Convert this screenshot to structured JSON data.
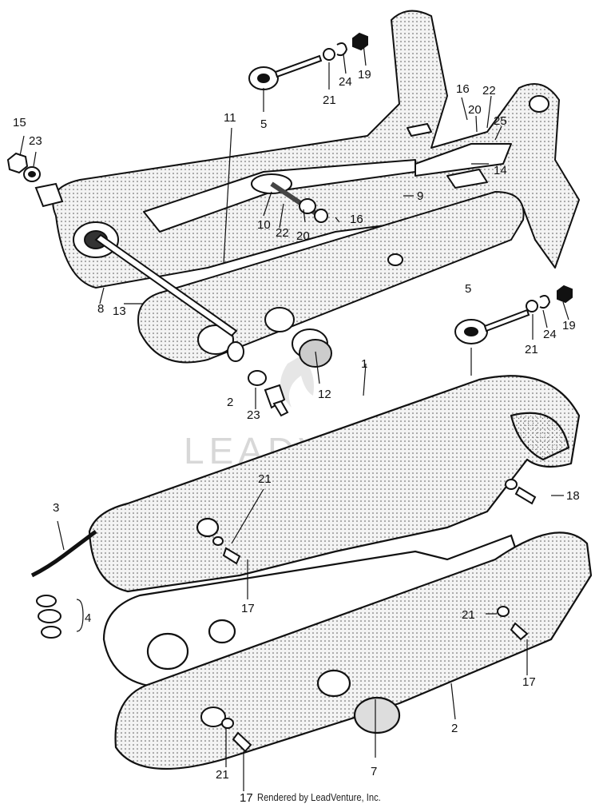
{
  "watermark": "LEADVENTURE",
  "footer": "Rendered by LeadVenture, Inc.",
  "callouts": {
    "c1": "1",
    "c2a": "2",
    "c2b": "2",
    "c3": "3",
    "c4": "4",
    "c5a": "5",
    "c5b": "5",
    "c7": "7",
    "c8": "8",
    "c9": "9",
    "c10": "10",
    "c11": "11",
    "c12": "12",
    "c13": "13",
    "c14": "14",
    "c15": "15",
    "c16a": "16",
    "c16b": "16",
    "c17a": "17",
    "c17b": "17",
    "c17c": "17",
    "c18": "18",
    "c19a": "19",
    "c19b": "19",
    "c20a": "20",
    "c20b": "20",
    "c21a": "21",
    "c21b": "21",
    "c21c": "21",
    "c21d": "21",
    "c21e": "21",
    "c22a": "22",
    "c22b": "22",
    "c23a": "23",
    "c23b": "23",
    "c24a": "24",
    "c24b": "24",
    "c25": "25"
  }
}
